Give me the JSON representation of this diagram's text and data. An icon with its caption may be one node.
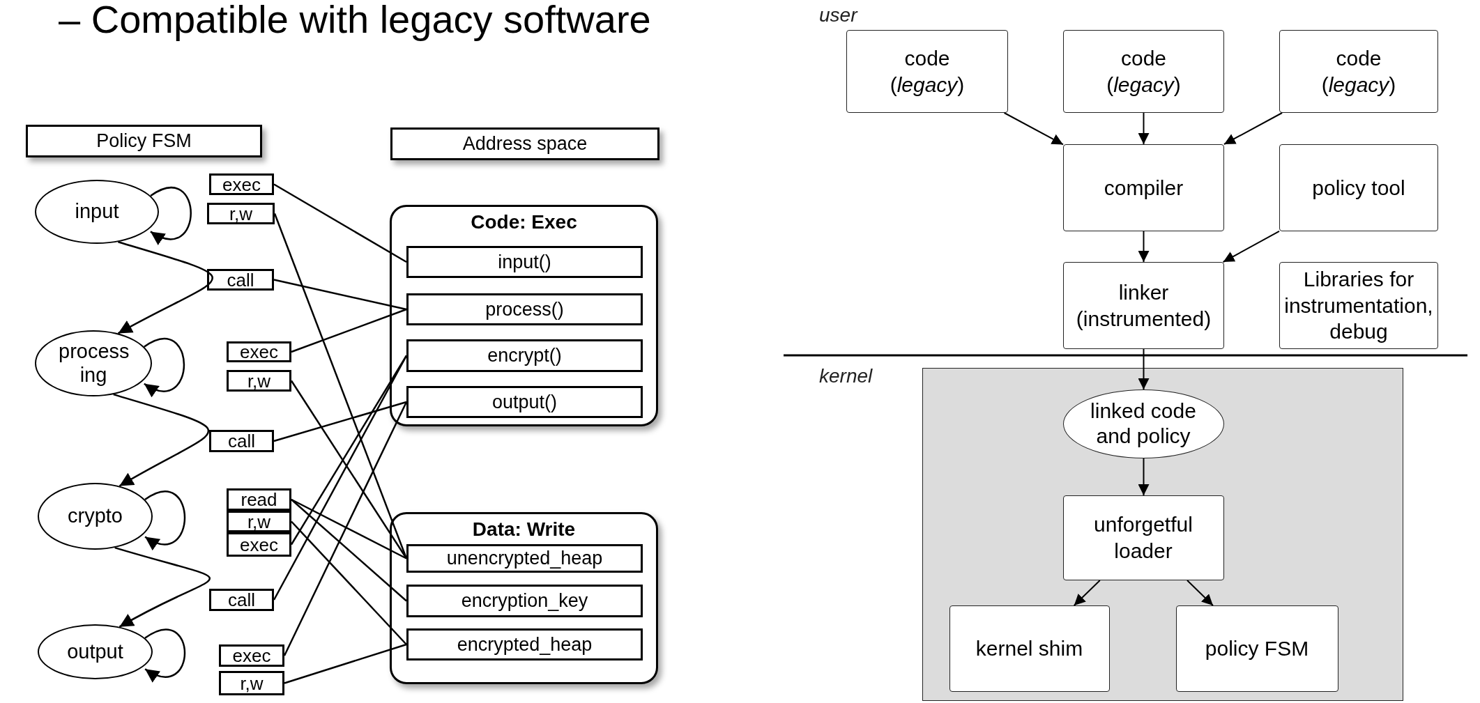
{
  "diagram": {
    "nodes": [
      {
        "text": [
          "Policy FSM"
        ]
      },
      {
        "text": [
          "Address space"
        ]
      },
      {
        "text": [
          "input"
        ]
      },
      {
        "text": [
          "exec"
        ]
      },
      {
        "text": [
          "r,w"
        ]
      },
      {
        "text": [
          "Code: Exec"
        ]
      },
      {
        "text": [
          "input()"
        ],
        "in": 5
      },
      {
        "text": [
          "call"
        ]
      },
      {
        "text": [
          "process()"
        ],
        "in": 5
      },
      {
        "text": [
          "process ing"
        ]
      },
      {
        "text": [
          "exec"
        ]
      },
      {
        "text": [
          "r,w"
        ]
      },
      {
        "text": [
          "encrypt()"
        ],
        "in": 5
      },
      {
        "text": [
          "output()"
        ],
        "in": 5
      },
      {
        "text": [
          "call"
        ]
      },
      {
        "text": [
          "crypto"
        ]
      },
      {
        "text": [
          "read"
        ]
      },
      {
        "text": [
          "r,w"
        ]
      },
      {
        "text": [
          "exec"
        ]
      },
      {
        "text": [
          "Data: Write"
        ]
      },
      {
        "text": [
          "unencrypted_heap"
        ],
        "in": 19
      },
      {
        "text": [
          "encryption_key"
        ],
        "in": 19
      },
      {
        "text": [
          "call"
        ]
      },
      {
        "text": [
          "encrypted_heap"
        ],
        "in": 19
      },
      {
        "text": [
          "output"
        ]
      },
      {
        "text": [
          "exec"
        ]
      },
      {
        "text": [
          "r,w"
        ]
      },
      {
        "text": [
          "code (*legacy*)"
        ]
      },
      {
        "text": [
          "code (*legacy*)"
        ]
      },
      {
        "text": [
          "code (*legacy*)"
        ]
      },
      {
        "text": [
          "compiler"
        ]
      },
      {
        "text": [
          "policy tool"
        ]
      },
      {
        "text": [
          "linker (instrumented)"
        ]
      },
      {
        "text": [
          "Libraries for instrumentation, debug"
        ]
      },
      {
        "text": [],
        "shape": "box"
      },
      {
        "text": [
          "linked code and policy"
        ],
        "in": 34
      },
      {
        "text": [
          "unforgetful loader"
        ],
        "in": 34
      },
      {
        "text": [
          "kernel shim"
        ],
        "in": 34
      },
      {
        "text": [
          "policy FSM"
        ],
        "in": 34
      }
    ],
    "edges": [
      {
        "from": 2,
        "to": 2,
        "arrow": "to"
      },
      {
        "from": 2,
        "to": 9,
        "arrow": "to"
      },
      {
        "from": 9,
        "to": 9,
        "arrow": "to"
      },
      {
        "from": 9,
        "to": 15,
        "arrow": "to"
      },
      {
        "from": 15,
        "to": 15,
        "arrow": "to"
      },
      {
        "from": 15,
        "to": 24,
        "arrow": "to"
      },
      {
        "from": 24,
        "to": 24,
        "arrow": "to"
      },
      {
        "from": 3,
        "to": 6,
        "arrow": "none"
      },
      {
        "from": 4,
        "to": 20,
        "arrow": "none"
      },
      {
        "from": 7,
        "to": 8,
        "arrow": "none"
      },
      {
        "from": 10,
        "to": 8,
        "arrow": "none"
      },
      {
        "from": 11,
        "to": 20,
        "arrow": "none"
      },
      {
        "from": 14,
        "to": 13,
        "arrow": "none"
      },
      {
        "from": 16,
        "to": 20,
        "arrow": "none"
      },
      {
        "from": 16,
        "to": 21,
        "arrow": "none"
      },
      {
        "from": 17,
        "to": 23,
        "arrow": "none"
      },
      {
        "from": 18,
        "to": 12,
        "arrow": "none"
      },
      {
        "from": 22,
        "to": 12,
        "arrow": "none"
      },
      {
        "from": 25,
        "to": 13,
        "arrow": "none"
      },
      {
        "from": 26,
        "to": 23,
        "arrow": "none"
      },
      {
        "from": 27,
        "to": 30,
        "arrow": "to"
      },
      {
        "from": 28,
        "to": 30,
        "arrow": "to"
      },
      {
        "from": 29,
        "to": 30,
        "arrow": "to"
      },
      {
        "from": 30,
        "to": 32,
        "arrow": "to"
      },
      {
        "from": 31,
        "to": 32,
        "arrow": "to"
      },
      {
        "from": 32,
        "to": 35,
        "arrow": "to"
      },
      {
        "from": 35,
        "to": 36,
        "arrow": "to"
      },
      {
        "from": 36,
        "to": 37,
        "arrow": "to"
      },
      {
        "from": 36,
        "to": 38,
        "arrow": "to"
      }
    ],
    "labels": [
      "– Compatible with legacy software",
      "user",
      "kernel"
    ]
  }
}
